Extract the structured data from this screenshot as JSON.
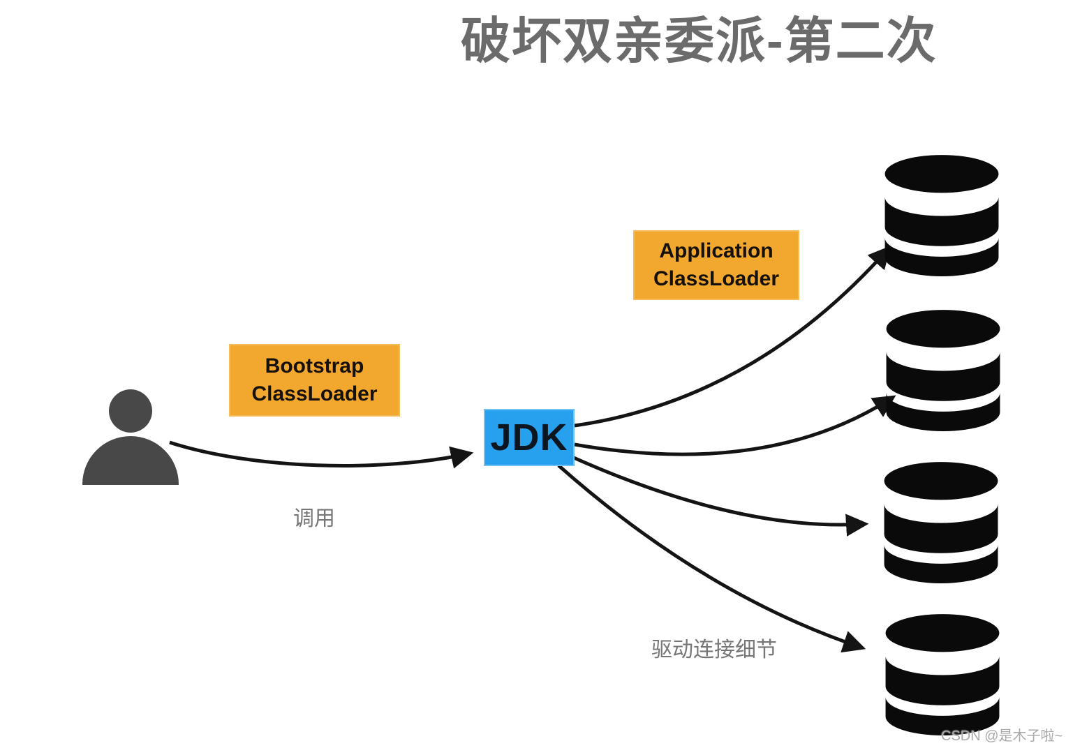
{
  "title": "破坏双亲委派-第二次",
  "diagram": {
    "actor": {
      "icon": "person-icon",
      "color": "#484848"
    },
    "boxes": {
      "bootstrap": {
        "line1": "Bootstrap",
        "line2": "ClassLoader",
        "bg_color": "#F2A72E"
      },
      "application": {
        "line1": "Application",
        "line2": "ClassLoader",
        "bg_color": "#F2A72E"
      },
      "jdk": {
        "label": "JDK",
        "bg_color": "#27A0EE"
      }
    },
    "edge_labels": {
      "call": "调用",
      "driver_detail": "驱动连接细节"
    },
    "databases": {
      "icon": "database-icon",
      "count": 4,
      "color": "#0A0A0A"
    },
    "arrow_color": "#141414"
  },
  "watermark": "CSDN @是木子啦~"
}
